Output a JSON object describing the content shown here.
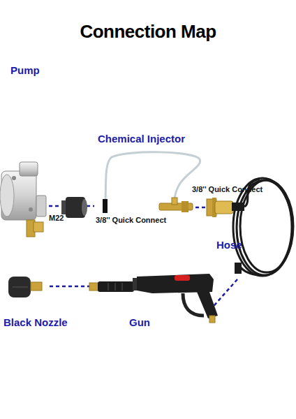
{
  "diagram": {
    "title": "Connection Map",
    "nodes": [
      {
        "text": [
          "Pump"
        ]
      },
      {
        "text": [
          "Chemical Injector"
        ]
      },
      {
        "text": [
          "Hose"
        ]
      },
      {
        "text": [
          "Gun"
        ]
      },
      {
        "text": [
          "Black Nozzle"
        ]
      }
    ],
    "edges": [
      {
        "from": 0,
        "to": 1,
        "arrow": "none"
      },
      {
        "from": 1,
        "to": 2,
        "arrow": "none"
      },
      {
        "from": 2,
        "to": 3,
        "arrow": "none"
      },
      {
        "from": 3,
        "to": 4,
        "arrow": "none"
      }
    ],
    "labels": [
      "3/8'' Quick Connect",
      "M22",
      "3/8'' Quick Connect"
    ]
  }
}
